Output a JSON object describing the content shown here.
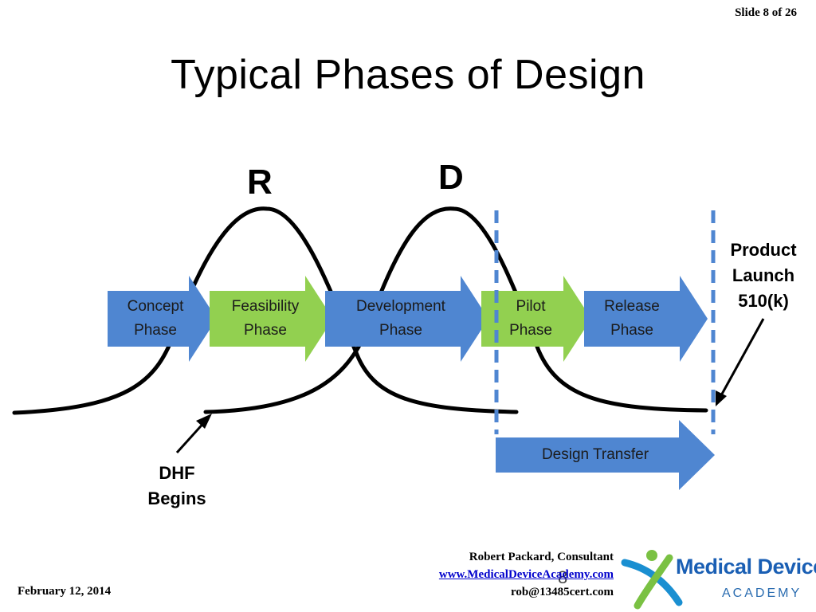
{
  "slide_label": "Slide 8 of 26",
  "title": "Typical Phases of Design",
  "curve_labels": {
    "r": "R",
    "d": "D"
  },
  "phases": [
    {
      "label": "Concept\nPhase",
      "color": "#4f86d1"
    },
    {
      "label": "Feasibility\nPhase",
      "color": "#92d050"
    },
    {
      "label": "Development\nPhase",
      "color": "#4f86d1"
    },
    {
      "label": "Pilot\nPhase",
      "color": "#92d050"
    },
    {
      "label": "Release\nPhase",
      "color": "#4f86d1"
    }
  ],
  "design_transfer": "Design Transfer",
  "annotations": {
    "dhf": "DHF\nBegins",
    "launch": "Product\nLaunch\n510(k)"
  },
  "colors": {
    "blue": "#4f86d1",
    "green": "#92d050",
    "dashed": "#4f86d1"
  },
  "footer": {
    "date": "February 12, 2014",
    "consultant": "Robert Packard, Consultant",
    "website": "www.MedicalDeviceAcademy.com",
    "email": "rob@13485cert.com",
    "page_number": "8"
  },
  "logo": {
    "line1": "Medical Device",
    "line2": "ACADEMY"
  }
}
